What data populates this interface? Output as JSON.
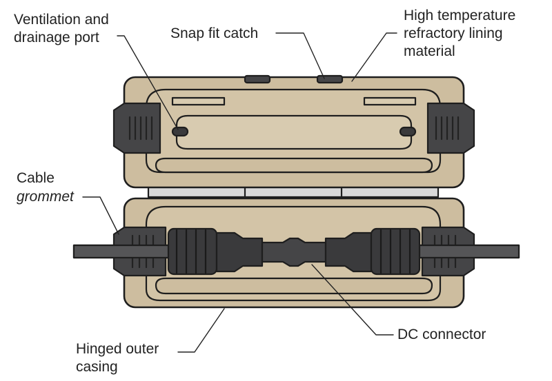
{
  "colors": {
    "casing": "#cdbd9f",
    "casing_dark": "#b5a688",
    "outline": "#1e1e1e",
    "grommet": "#454547",
    "cable": "#555557",
    "connector": "#3a3a3c",
    "hinge": "#d9d9d9"
  },
  "labels": {
    "ventilation_port": "Ventilation and\ndrainage port",
    "snap_fit_catch": "Snap fit catch",
    "refractory_lining": "High temperature\nrefractory lining\nmaterial",
    "cable_grommet_line1": "Cable",
    "cable_grommet_line2": "grommet",
    "hinged_casing": "Hinged outer\ncasing",
    "dc_connector": "DC connector"
  }
}
